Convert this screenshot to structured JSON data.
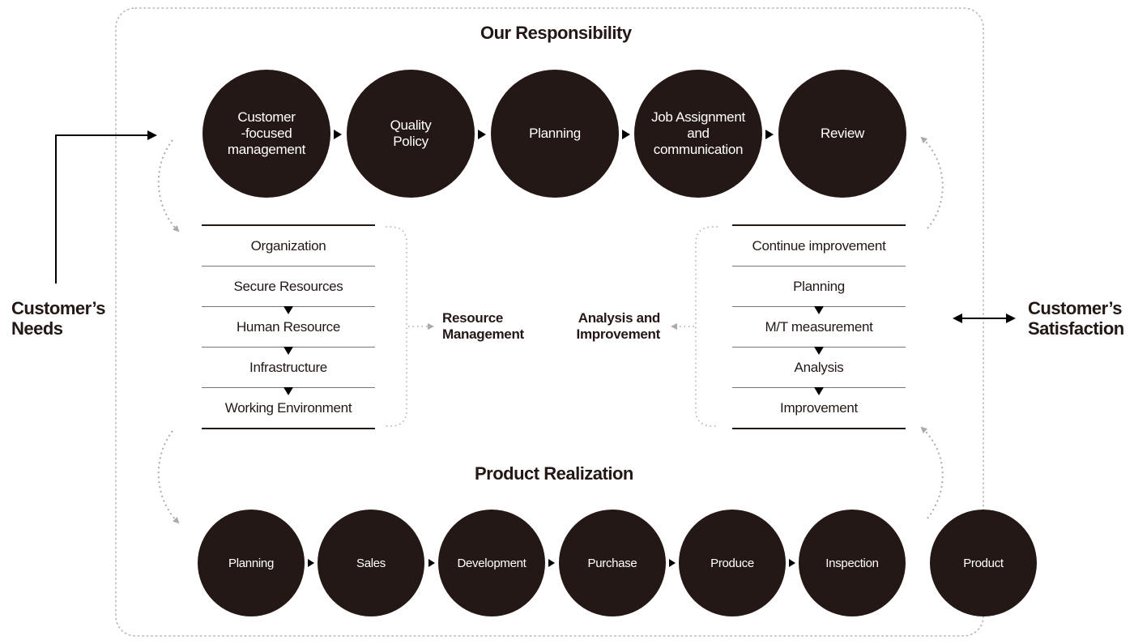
{
  "titles": {
    "top": "Our Responsibility",
    "bottom": "Product Realization"
  },
  "side_labels": {
    "left": "Customer’s\nNeeds",
    "right": "Customer’s\nSatisfaction"
  },
  "responsibility_steps": [
    "Customer\n-focused\nmanagement",
    "Quality\nPolicy",
    "Planning",
    "Job Assignment\nand\ncommunication",
    "Review"
  ],
  "resource_management": {
    "label": "Resource\nManagement",
    "items": [
      "Organization",
      "Secure Resources",
      "Human Resource",
      "Infrastructure",
      "Working Environment"
    ]
  },
  "analysis_improvement": {
    "label": "Analysis and\nImprovement",
    "items": [
      "Continue improvement",
      "Planning",
      "M/T measurement",
      "Analysis",
      "Improvement"
    ]
  },
  "realization_steps": [
    "Planning",
    "Sales",
    "Development",
    "Purchase",
    "Produce",
    "Inspection"
  ],
  "output": "Product",
  "colors": {
    "circle_fill": "#231815",
    "circle_text": "#ffffff",
    "dotted": "#aaaaaa",
    "line": "#000000"
  }
}
